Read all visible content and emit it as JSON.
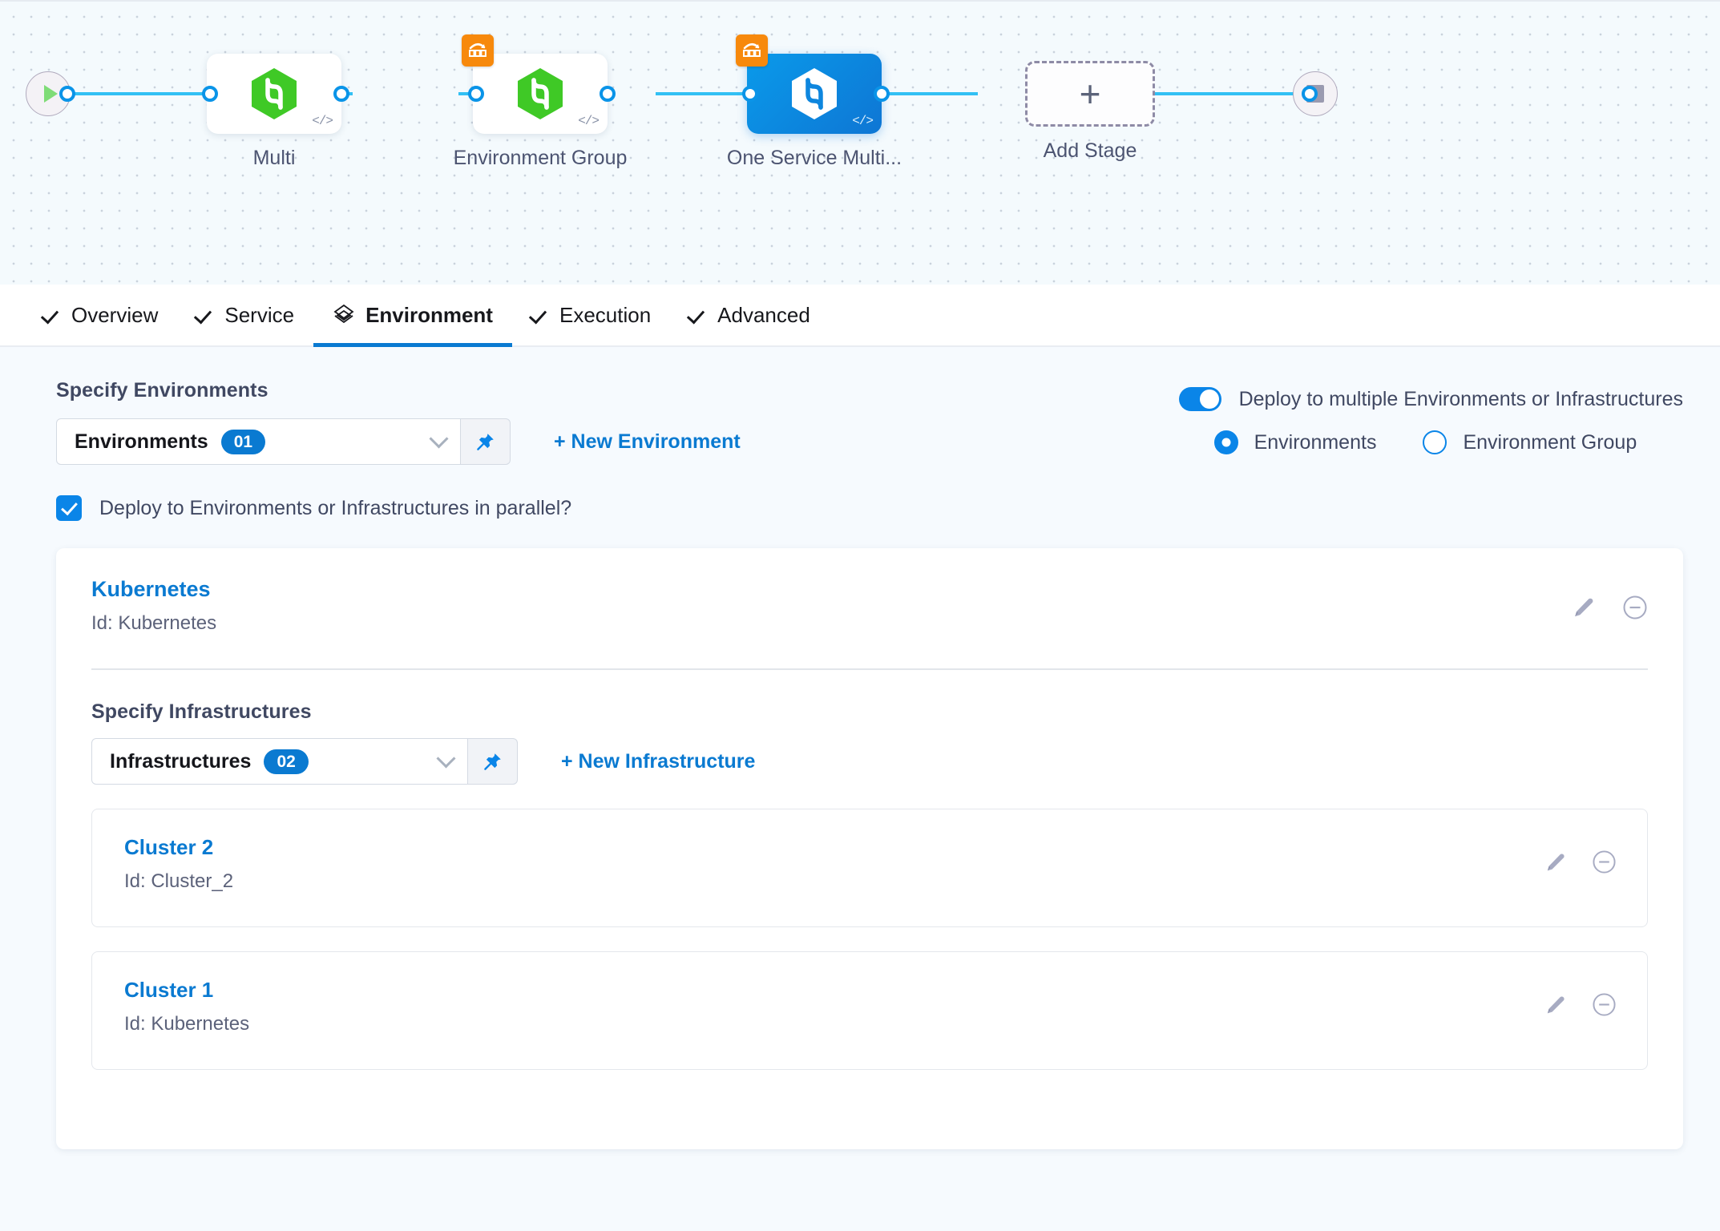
{
  "pipeline": {
    "start_node": "play-icon",
    "end_node": "stop-icon",
    "stages": [
      {
        "label": "Multi",
        "icon": "harness-hexagon-icon",
        "selected": false,
        "has_loop_badge": false,
        "has_code_mark": true
      },
      {
        "label": "Environment Group",
        "icon": "harness-hexagon-icon",
        "selected": false,
        "has_loop_badge": true,
        "has_code_mark": true
      },
      {
        "label": "One Service Multi...",
        "icon": "harness-hexagon-icon",
        "selected": true,
        "has_loop_badge": true,
        "has_code_mark": true
      }
    ],
    "add_stage": {
      "label": "Add Stage",
      "icon": "plus-icon"
    }
  },
  "tabs": [
    {
      "label": "Overview",
      "icon": "check-icon",
      "active": false
    },
    {
      "label": "Service",
      "icon": "check-icon",
      "active": false
    },
    {
      "label": "Environment",
      "icon": "layers-icon",
      "active": true
    },
    {
      "label": "Execution",
      "icon": "check-icon",
      "active": false
    },
    {
      "label": "Advanced",
      "icon": "check-icon",
      "active": false
    }
  ],
  "environments_section": {
    "title": "Specify Environments",
    "select_label": "Environments",
    "select_count": "01",
    "pin_icon": "pin-icon",
    "chevron_icon": "chevron-down-icon",
    "new_link": "+ New Environment"
  },
  "deploy_options": {
    "toggle_label": "Deploy to multiple Environments or Infrastructures",
    "toggle_on": true,
    "radios": [
      {
        "label": "Environments",
        "checked": true
      },
      {
        "label": "Environment Group",
        "checked": false
      }
    ]
  },
  "parallel": {
    "label": "Deploy to Environments or Infrastructures in parallel?",
    "checked": true
  },
  "environment_card": {
    "name": "Kubernetes",
    "id_text": "Id: Kubernetes",
    "edit_icon": "pencil-icon",
    "remove_icon": "minus-circle-icon",
    "infrastructures_section": {
      "title": "Specify Infrastructures",
      "select_label": "Infrastructures",
      "select_count": "02",
      "pin_icon": "pin-icon",
      "chevron_icon": "chevron-down-icon",
      "new_link": "+ New Infrastructure"
    },
    "infrastructures": [
      {
        "name": "Cluster 2",
        "id_text": "Id: Cluster_2",
        "edit_icon": "pencil-icon",
        "remove_icon": "minus-circle-icon"
      },
      {
        "name": "Cluster 1",
        "id_text": "Id: Kubernetes",
        "edit_icon": "pencil-icon",
        "remove_icon": "minus-circle-icon"
      }
    ]
  },
  "colors": {
    "accent_blue": "#0a7ad1",
    "link_blue": "#0a85e8",
    "connector_blue": "#32c0f4",
    "badge_orange": "#f7890c",
    "hex_green": "#3fc926",
    "canvas_bg": "#f4fafd",
    "page_bg": "#f6fafe"
  }
}
